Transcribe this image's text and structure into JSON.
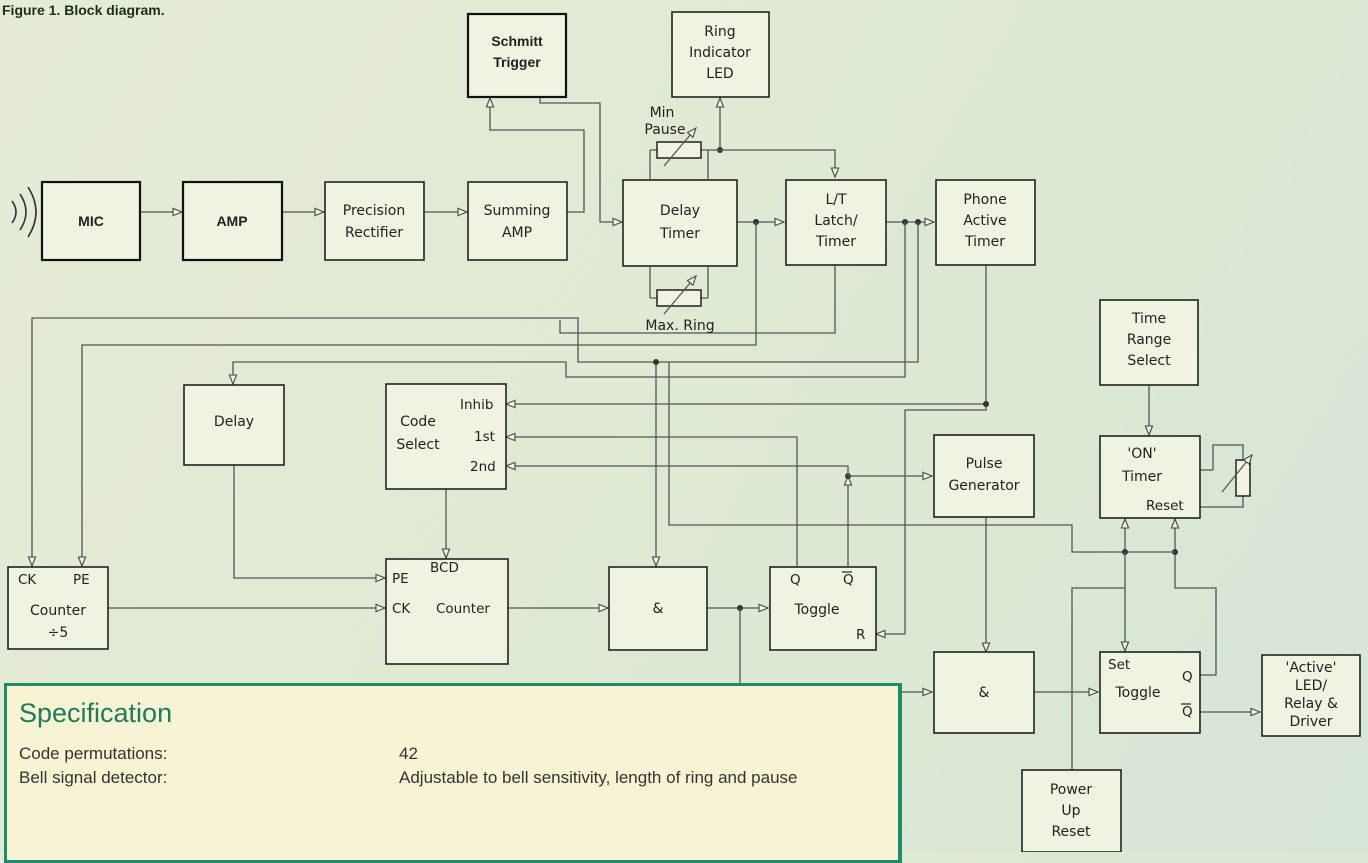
{
  "caption": "Figure 1. Block diagram.",
  "blocks": {
    "mic": "MIC",
    "amp": "AMP",
    "rectifier": [
      "Precision",
      "Rectifier"
    ],
    "summing": [
      "Summing",
      "AMP"
    ],
    "schmitt": [
      "Schmitt",
      "Trigger"
    ],
    "delay_timer": [
      "Delay",
      "Timer"
    ],
    "ring_led": [
      "Ring",
      "Indicator",
      "LED"
    ],
    "latch": [
      "L/T",
      "Latch/",
      "Timer"
    ],
    "phone_timer": [
      "Phone",
      "Active",
      "Timer"
    ],
    "time_range": [
      "Time",
      "Range",
      "Select"
    ],
    "delay": "Delay",
    "code_select": [
      "Code",
      "Select"
    ],
    "code_pins": [
      "Inhib",
      "1st",
      "2nd"
    ],
    "pulse_gen": [
      "Pulse",
      "Generator"
    ],
    "on_timer": [
      "'ON'",
      "Timer"
    ],
    "on_timer_reset": "Reset",
    "counter5_pins": [
      "CK",
      "PE"
    ],
    "counter5": [
      "Counter",
      "÷5"
    ],
    "bcd_pins": [
      "PE",
      "BCD",
      "CK",
      "Counter"
    ],
    "and1": "&",
    "and2": "&",
    "toggle1_pins": [
      "Q",
      "Q",
      "R"
    ],
    "toggle1": "Toggle",
    "toggle2_pins": [
      "Set",
      "Q",
      "Q"
    ],
    "toggle2": "Toggle",
    "active_led": [
      "'Active'",
      "LED/",
      "Relay &",
      "Driver"
    ],
    "power_reset": [
      "Power",
      "Up",
      "Reset"
    ],
    "min_pause": [
      "Min",
      "Pause"
    ],
    "max_ring": "Max. Ring"
  },
  "spec": {
    "title": "Specification",
    "rows": [
      {
        "label": "Code permutations:",
        "value": "42"
      },
      {
        "label": "Bell signal detector:",
        "value": "Adjustable to bell sensitivity, length of ring and pause"
      }
    ]
  }
}
